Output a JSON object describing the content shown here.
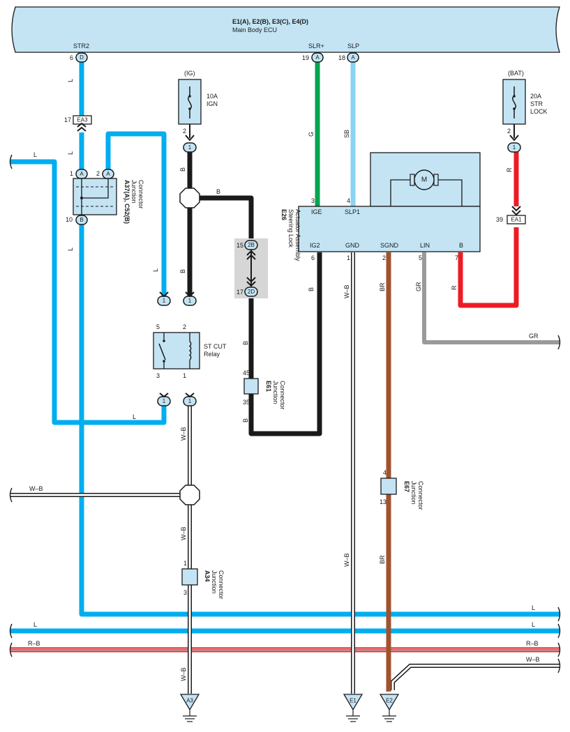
{
  "ecu": {
    "title": "E1(A), E2(B), E3(C), E4(D)",
    "subtitle": "Main Body ECU",
    "term_str2": "STR2",
    "term_slr": "SLR+",
    "term_slp": "SLP"
  },
  "fuses": {
    "ign": {
      "source": "(IG)",
      "rating": "10A",
      "name": "IGN"
    },
    "str": {
      "source": "(BAT)",
      "rating": "20A",
      "name": "STR",
      "name2": "LOCK"
    }
  },
  "relay": {
    "name": "ST CUT",
    "name2": "Relay"
  },
  "actuator": {
    "code": "E26",
    "name": "Steering Lock",
    "name2": "Actuator Assembly",
    "motor": "M",
    "pins_top": [
      "IGE",
      "SLP1"
    ],
    "pins_bottom": [
      "IG2",
      "GND",
      "SGND",
      "LIN",
      "B"
    ]
  },
  "connectors": {
    "a37": {
      "code": "A37(A), C52(B)",
      "name": "Junction",
      "name2": "Connector"
    },
    "e61": {
      "code": "E61",
      "name": "Junction",
      "name2": "Connector"
    },
    "e67": {
      "code": "E67",
      "name": "Junction",
      "name2": "Connector"
    },
    "a34": {
      "code": "A34",
      "name": "Junction",
      "name2": "Connector"
    },
    "ea3": "EA3",
    "ea1": "EA1"
  },
  "wires": {
    "L": "L",
    "B": "B",
    "G": "G",
    "SB": "SB",
    "R": "R",
    "WB": "W–B",
    "BR": "BR",
    "GR": "GR",
    "RB": "R–B"
  },
  "pin_letters": {
    "A": "A",
    "B": "B",
    "D": "D",
    "one": "1",
    "c2b": "2B",
    "c2d": "2D"
  },
  "pin_numbers": {
    "p1": "1",
    "p2": "2",
    "p3": "3",
    "p4": "4",
    "p5": "5",
    "p6": "6",
    "p7": "7",
    "p10": "10",
    "p13": "13",
    "p15": "15",
    "p17": "17",
    "p18": "18",
    "p19": "19",
    "p35": "35",
    "p39": "39",
    "p45": "45"
  },
  "grounds": {
    "a3": "A3",
    "e1": "E1",
    "e2": "E2"
  },
  "colors": {
    "blue": "#00aeef",
    "black": "#1a1a1a",
    "green": "#00a651",
    "sky": "#8ad4f2",
    "red": "#ed1c24",
    "brown": "#a0522d",
    "gray": "#9a9a9a",
    "box": "#c4e4f4"
  }
}
